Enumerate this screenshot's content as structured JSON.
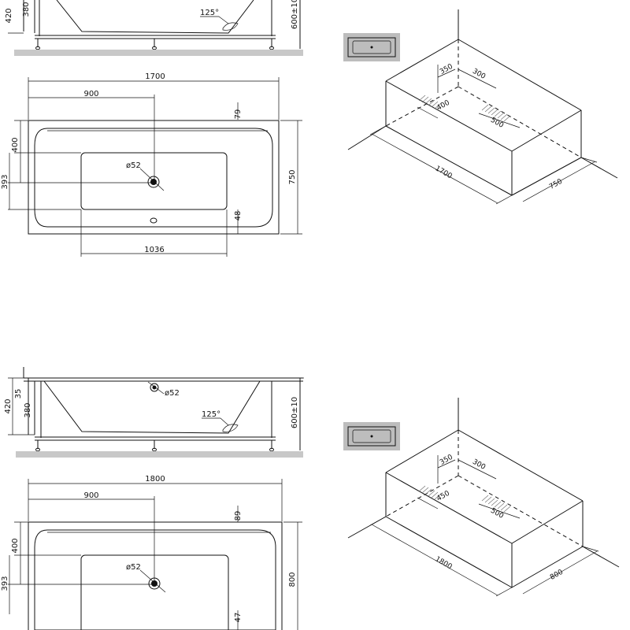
{
  "top_sheet": {
    "side_view": {
      "h_total": "420",
      "h_inner": "380",
      "leg_height": "600±10",
      "angle": "125°"
    },
    "plan": {
      "length": "1700",
      "drain_offset": "900",
      "rim_top": "79",
      "left_offset": "400",
      "drain_height": "393",
      "drain_diameter": "ø52",
      "width": "750",
      "rim_bottom": "48",
      "inner_length": "1036"
    },
    "iso": {
      "dim_a": "350",
      "dim_b": "300",
      "foot_a": "400",
      "foot_b": "500",
      "length": "1700",
      "width": "750"
    }
  },
  "bottom_sheet": {
    "side_view": {
      "rim": "35",
      "h_total": "420",
      "h_inner": "380",
      "drain_diameter": "ø52",
      "angle": "125°",
      "leg_height": "600±10"
    },
    "plan": {
      "length": "1800",
      "drain_offset": "900",
      "rim_top": "89",
      "left_offset": "400",
      "drain_height": "393",
      "drain_diameter": "ø52",
      "width": "800",
      "rim_bottom": "47"
    },
    "iso": {
      "dim_a": "350",
      "dim_b": "300",
      "foot_a": "450",
      "foot_b": "500",
      "length": "1800",
      "width": "800"
    }
  }
}
